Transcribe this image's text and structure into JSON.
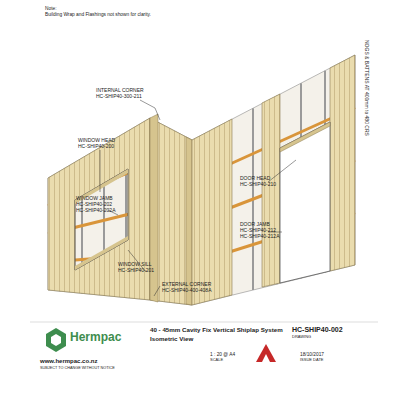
{
  "diagram": {
    "title": "40 - 45mm Cavity Fix Vertical Shiplap System",
    "labels": [
      "Note:",
      "Building Wrap and Flashings not shown for clarity.",
      "INTERNAL CORNER",
      "HC-SHIP40-300-211",
      "WINDOW HEAD",
      "HC-SHIP40-200",
      "WINDOW JAMB",
      "HC-SHIP40-202",
      "HC-SHIP40-202A",
      "WINDOW SILL",
      "HC-SHIP40-201",
      "EXTERNAL CORNER",
      "HC-SHIP40-400-408A",
      "DOOR HEAD",
      "HC-SHIP40-210",
      "DOOR JAMB",
      "HC-SHIP40-212",
      "HC-SHIP40-212A",
      "NOGS & BATTENS AT 400mm to 480 CRS",
      "Hermpac",
      "www.hermpac.co.nz",
      "SUBJECT TO CHANGE WITHOUT NOTICE",
      "Isometric View",
      "HC-SHIP40-002",
      "DRAWING",
      "1 : 20 @ A4",
      "SCALE",
      "18/10/2017",
      "ISSUE DATE"
    ]
  }
}
